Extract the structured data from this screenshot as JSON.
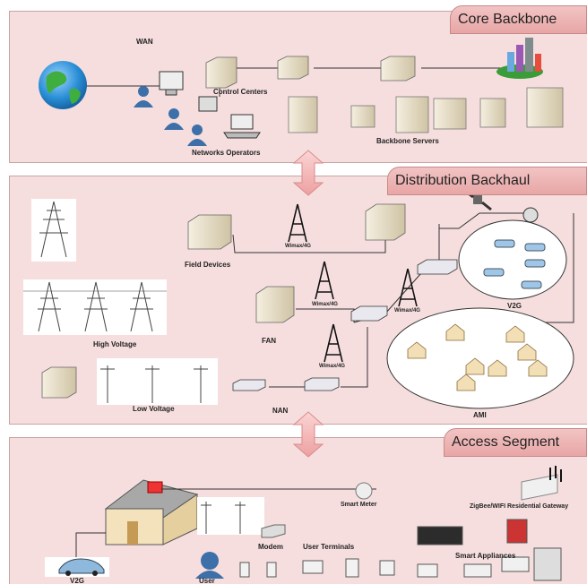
{
  "sections": {
    "core": "Core Backbone",
    "distribution": "Distribution Backhaul",
    "access": "Access Segment"
  },
  "labels": {
    "wan": "WAN",
    "control_centers": "Control Centers",
    "networks_operators": "Networks Operators",
    "backbone_servers": "Backbone Servers",
    "field_devices": "Field Devices",
    "wimax1": "Wimax/4G",
    "wimax2": "Wimax/4G",
    "wimax3": "Wimax/4G",
    "wimax4": "Wimax/4G",
    "v2g_top": "V2G",
    "high_voltage": "High Voltage",
    "fan": "FAN",
    "low_voltage": "Low Voltage",
    "nan": "NAN",
    "ami": "AMI",
    "smart_meter": "Smart Meter",
    "gateway": "ZigBee/WIFI Residential Gateway",
    "modem": "Modem",
    "user_terminals": "User Terminals",
    "smart_appliances": "Smart Appliances",
    "v2g_bottom": "V2G",
    "user": "User"
  },
  "colors": {
    "panel": "#f6dede",
    "header": "#eab0b0",
    "arrow": "#f4b7b7",
    "server": "#e8dcc0",
    "globe": "#2a8fd6",
    "user_icon": "#3d6fa8"
  },
  "icons": [
    "globe-icon",
    "user-icon",
    "server-icon",
    "tower-icon",
    "satellite-icon",
    "car-icon",
    "house-icon",
    "pylon-icon",
    "router-icon",
    "city-icon",
    "meter-icon",
    "gateway-icon",
    "appliance-icon"
  ]
}
